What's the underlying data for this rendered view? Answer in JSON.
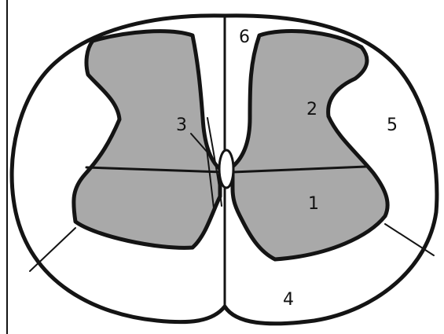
{
  "colors": {
    "gray_matter": "#a9a9a9",
    "white_matter": "#ffffff",
    "stroke": "#141414"
  },
  "labels": {
    "region_1": "1",
    "region_2": "2",
    "region_3": "3",
    "region_4": "4",
    "region_5": "5",
    "region_6": "6"
  }
}
